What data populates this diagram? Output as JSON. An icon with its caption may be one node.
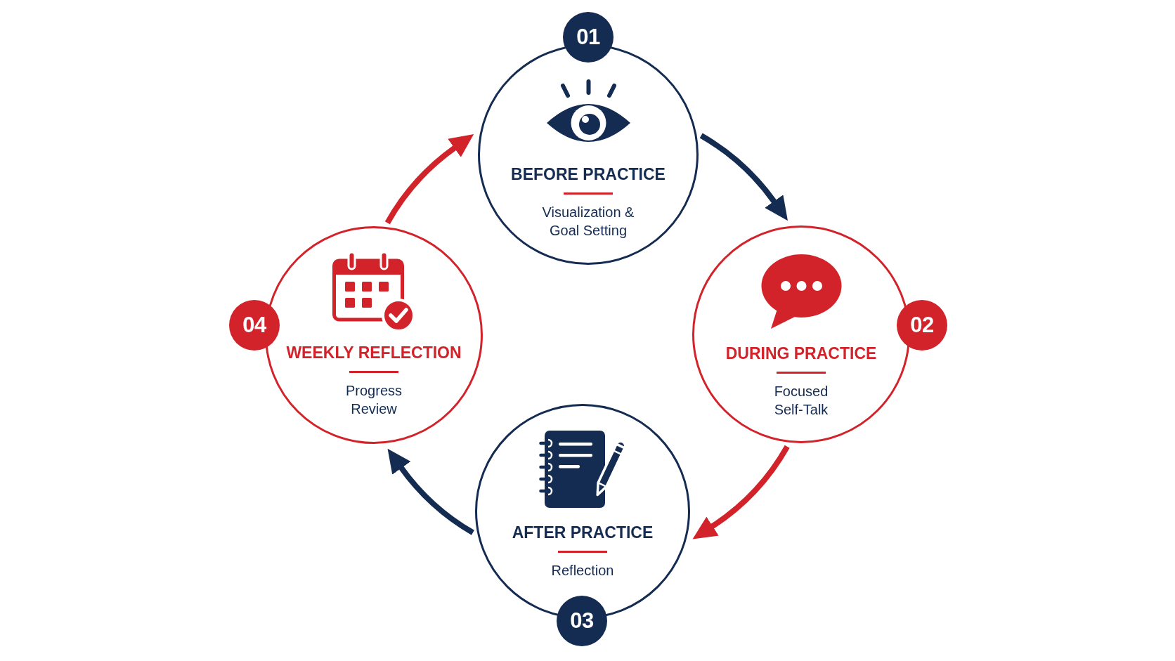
{
  "diagram": {
    "nodes": [
      {
        "text": [
          "01"
        ]
      },
      {
        "text": [
          "BEFORE PRACTICE",
          "Visualization & Goal Setting"
        ]
      },
      {
        "text": [
          "02"
        ]
      },
      {
        "text": [
          "DURING PRACTICE",
          "Focused Self-Talk"
        ]
      },
      {
        "text": [
          "03"
        ]
      },
      {
        "text": [
          "AFTER PRACTICE",
          "Reflection"
        ]
      },
      {
        "text": [
          "04"
        ]
      },
      {
        "text": [
          "WEEKLY REFLECTION",
          "Progress Review"
        ]
      }
    ],
    "edges": [
      {
        "from": 1,
        "to": 3,
        "arrow": "to"
      },
      {
        "from": 3,
        "to": 5,
        "arrow": "to",
        "color": "#d3232a"
      },
      {
        "from": 5,
        "to": 7,
        "arrow": "to"
      },
      {
        "from": 7,
        "to": 1,
        "arrow": "to",
        "color": "#d3232a"
      }
    ]
  }
}
